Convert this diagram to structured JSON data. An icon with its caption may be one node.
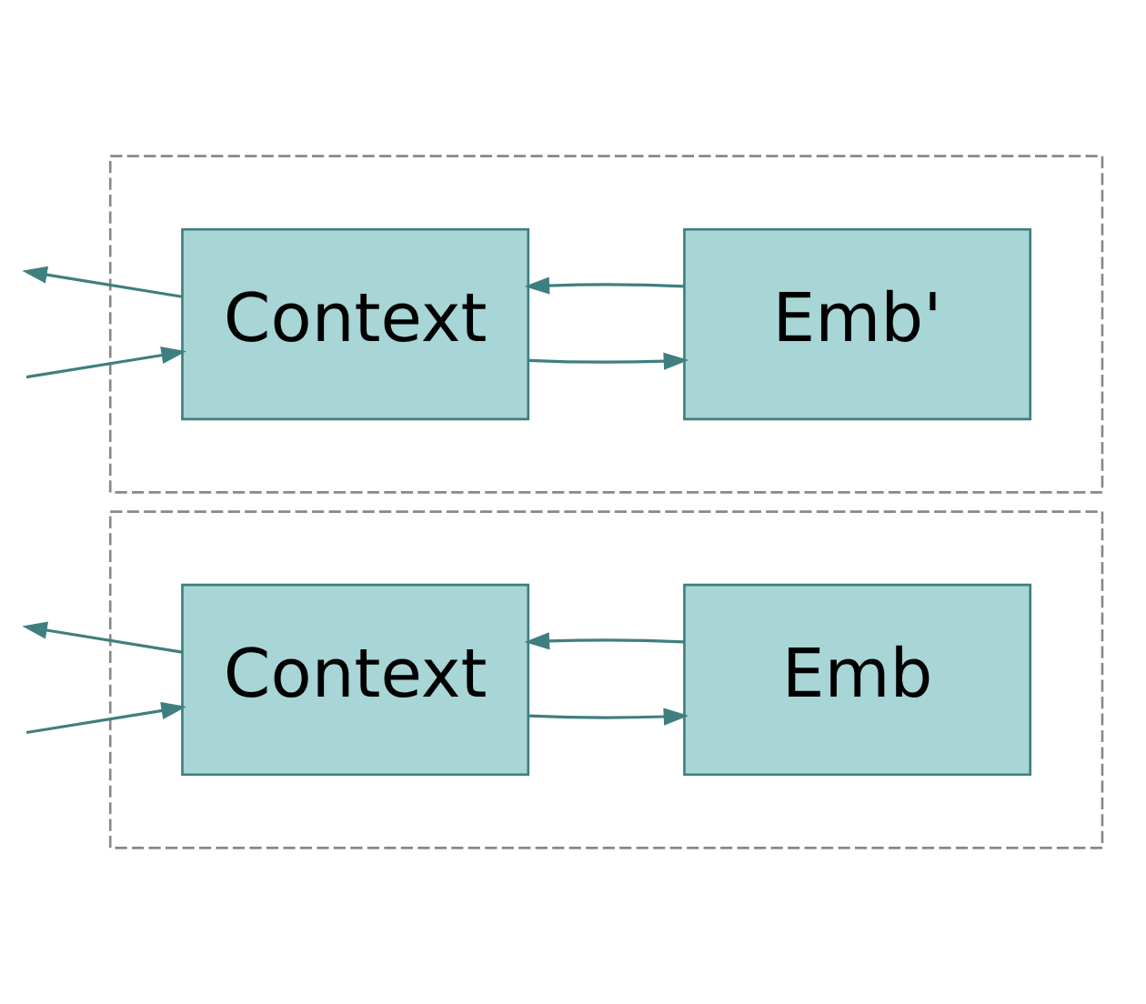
{
  "diagram": {
    "nodes": [
      {
        "text": [],
        "shape": "box"
      },
      {
        "text": [
          "Context"
        ],
        "in": 0
      },
      {
        "text": [
          "Emb"
        ],
        "in": 0
      },
      {
        "text": [],
        "shape": "box"
      },
      {
        "text": [
          "Context"
        ],
        "in": 3
      },
      {
        "text": [
          "Emb'"
        ],
        "in": 3
      }
    ],
    "edges": [
      {
        "from": 1,
        "to": null,
        "arrow": "to"
      },
      {
        "from": null,
        "to": 1,
        "arrow": "to"
      },
      {
        "from": 1,
        "to": 2,
        "arrow": "to"
      },
      {
        "from": 2,
        "to": 1,
        "arrow": "to"
      },
      {
        "from": 4,
        "to": null,
        "arrow": "to"
      },
      {
        "from": null,
        "to": 4,
        "arrow": "to"
      },
      {
        "from": 4,
        "to": 5,
        "arrow": "to"
      },
      {
        "from": 5,
        "to": 4,
        "arrow": "to"
      }
    ]
  }
}
